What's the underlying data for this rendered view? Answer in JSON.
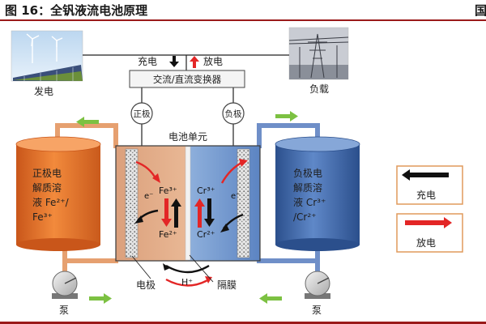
{
  "header": {
    "title": "图 16：全钒液流电池原理",
    "edge_char": "国"
  },
  "diagram": {
    "generation": "发电",
    "load": "负载",
    "charge_label": "充电",
    "discharge_label": "放电",
    "converter": "交流/直流变换器",
    "positive_pole": "正极",
    "negative_pole": "负极",
    "cell_unit": "电池单元",
    "positive_tank": [
      "正极电",
      "解质溶",
      "液 Fe²⁺/",
      "Fe³⁺"
    ],
    "negative_tank": [
      "负极电",
      "解质溶",
      "液 Cr³⁺",
      "/Cr²⁺"
    ],
    "fe3": "Fe³⁺",
    "fe2": "Fe²⁺",
    "cr3": "Cr³⁺",
    "cr2": "Cr²⁺",
    "electron_left": "e⁻",
    "electron_right": "e⁻",
    "proton": "H⁺",
    "electrode": "电极",
    "membrane": "隔膜",
    "pump_left": "泵",
    "pump_right": "泵",
    "legend_charge": "充电",
    "legend_discharge": "放电"
  },
  "colors": {
    "positive_tank": "#e8762b",
    "negative_tank": "#3f6cae",
    "charge_arrow": "#111111",
    "discharge_arrow": "#e32626",
    "flow_arrow": "#7cc142",
    "header_rule": "#9a1a1a"
  }
}
